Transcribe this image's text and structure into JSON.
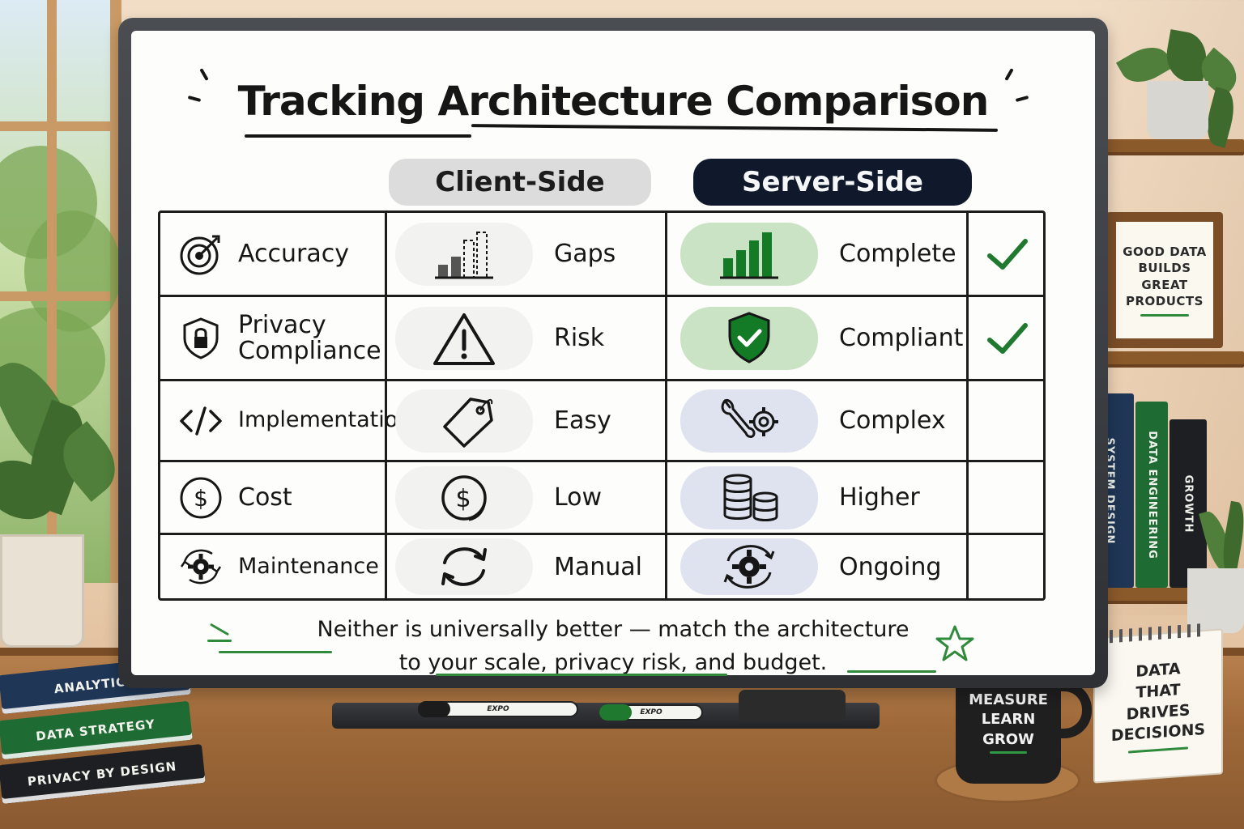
{
  "board": {
    "title": "Tracking Architecture Comparison",
    "columns": {
      "client": "Client-Side",
      "server": "Server-Side"
    },
    "rows": [
      {
        "label": "Accuracy",
        "icon": "target-icon",
        "client": "Gaps",
        "client_icon": "bar-chart-gaps-icon",
        "server": "Complete",
        "server_icon": "bar-chart-full-icon",
        "checked": true
      },
      {
        "label": "Privacy Compliance",
        "icon": "shield-lock-icon",
        "client": "Risk",
        "client_icon": "warning-icon",
        "server": "Compliant",
        "server_icon": "shield-check-icon",
        "checked": true
      },
      {
        "label": "Implementation",
        "icon": "code-icon",
        "client": "Easy",
        "client_icon": "tag-icon",
        "server": "Complex",
        "server_icon": "wrench-gear-icon",
        "checked": false
      },
      {
        "label": "Cost",
        "icon": "dollar-icon",
        "client": "Low",
        "client_icon": "dollar-coin-icon",
        "server": "Higher",
        "server_icon": "coin-stacks-icon",
        "checked": false
      },
      {
        "label": "Maintenance",
        "icon": "gear-cycle-icon",
        "client": "Manual",
        "client_icon": "refresh-icon",
        "server": "Ongoing",
        "server_icon": "gear-cycle-icon",
        "checked": false
      }
    ],
    "footnote_line1": "Neither is universally better — match the architecture",
    "footnote_line2": "to your scale, privacy risk, and budget.",
    "colors": {
      "accent_green": "#2f8a3b",
      "server_header": "#10192b",
      "client_header": "#dcdcdc"
    }
  },
  "markers": [
    {
      "brand": "EXPO"
    },
    {
      "brand": "EXPO"
    }
  ],
  "frame_text": [
    "GOOD DATA",
    "BUILDS",
    "GREAT",
    "PRODUCTS"
  ],
  "shelf_books": [
    "SYSTEM DESIGN",
    "DATA ENGINEERING",
    "GROWTH"
  ],
  "desk_books": [
    "ANALYTICS",
    "DATA STRATEGY",
    "PRIVACY BY DESIGN"
  ],
  "mug_text": [
    "MEASURE",
    "LEARN",
    "GROW"
  ],
  "calendar_text": [
    "DATA",
    "THAT",
    "DRIVES",
    "DECISIONS"
  ]
}
